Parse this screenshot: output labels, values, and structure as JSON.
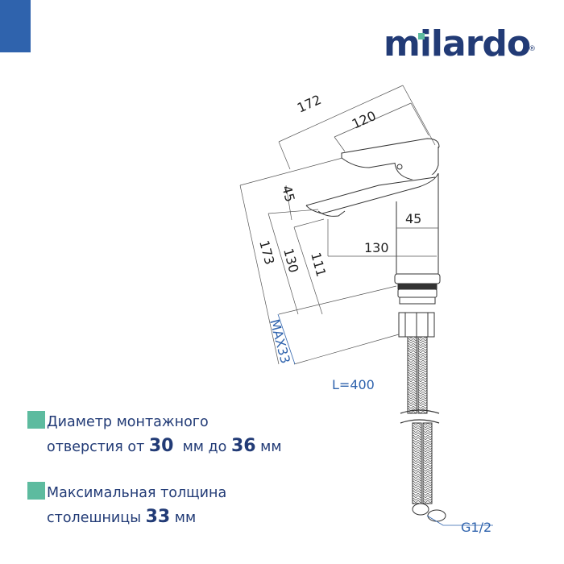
{
  "brand": {
    "name": "milardo",
    "registered_mark": "®",
    "primary_color": "#223b76",
    "accent_color": "#5dbb9f",
    "corner_color": "#2f63ad"
  },
  "drawing": {
    "title": "Faucet dimension drawing",
    "dimensions": {
      "total_length": "172",
      "handle_length": "120",
      "spout_height_offset": "45",
      "total_height": "173",
      "body_height": "130",
      "spout_outlet_height": "111",
      "spout_reach": "130",
      "body_diameter": "45",
      "max_counter_thickness": "MAX33",
      "hose_length": "L=400",
      "connection_thread": "G1/2"
    }
  },
  "specs": [
    {
      "line1": "Диаметр монтажного",
      "line2_prefix": "отверстия от ",
      "value1": "30",
      "mid": "  мм до ",
      "value2": "36",
      "suffix": " мм"
    },
    {
      "line1": "Максимальная толщина",
      "line2_prefix": "столешницы ",
      "value1": "33",
      "suffix": " мм"
    }
  ]
}
